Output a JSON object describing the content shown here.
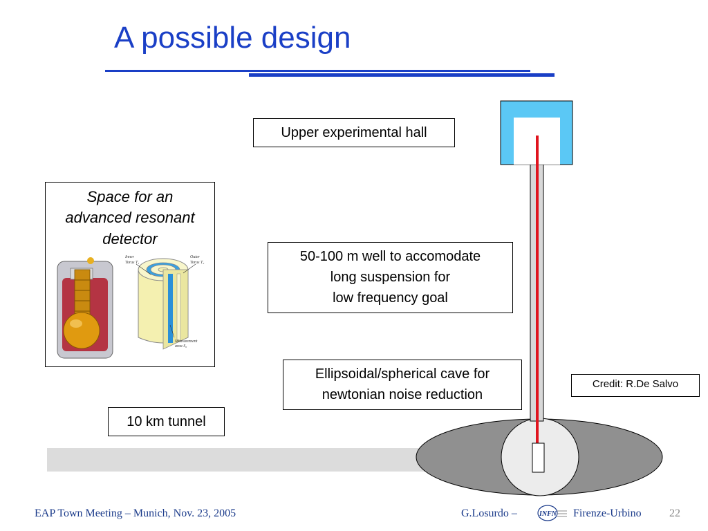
{
  "slide": {
    "title": "A possible design",
    "credit": "Credit: R.De Salvo"
  },
  "labels": {
    "upper_hall": "Upper experimental hall",
    "well_lines": [
      "50-100 m well to accomodate",
      "long suspension for",
      "low frequency goal"
    ],
    "cave_lines": [
      "Ellipsoidal/spherical cave for",
      "newtonian noise reduction"
    ],
    "tunnel": "10 km tunnel",
    "resonant_lines": [
      "Space for an",
      "advanced resonant",
      "detector"
    ]
  },
  "inset_labels": {
    "inner_torus": [
      "Inner",
      "Torus T₁"
    ],
    "outer_torus": [
      "Outer",
      "Torus T₂"
    ],
    "measurement_area": [
      "Measurement",
      "area S₀"
    ]
  },
  "footer": {
    "left": "EAP Town Meeting – Munich, Nov. 23, 2005",
    "center_prefix": "G.Losurdo –",
    "logo_text": "INFN",
    "right": "Firenze-Urbino",
    "page": "22"
  },
  "colors": {
    "title_blue": "#1a3fc6",
    "hall_blue": "#5bc8f5",
    "suspension_red": "#e0141e",
    "cave_gray": "#909090",
    "tunnel_gray": "#dcdcdc"
  }
}
